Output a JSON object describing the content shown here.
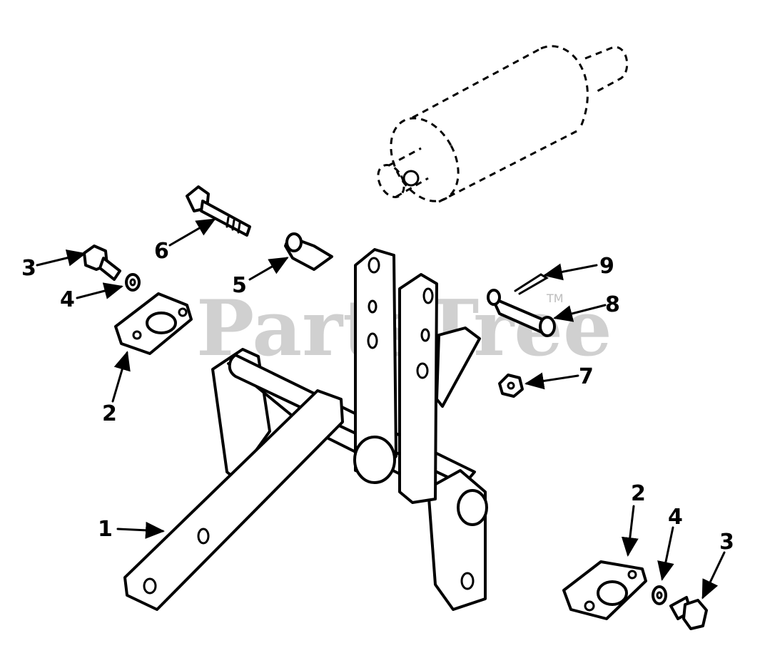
{
  "diagram": {
    "watermark": "PartsTree",
    "trademark": "TM",
    "callouts": [
      {
        "id": "c1",
        "label": "1"
      },
      {
        "id": "c2a",
        "label": "2"
      },
      {
        "id": "c2b",
        "label": "2"
      },
      {
        "id": "c3a",
        "label": "3"
      },
      {
        "id": "c3b",
        "label": "3"
      },
      {
        "id": "c4a",
        "label": "4"
      },
      {
        "id": "c4b",
        "label": "4"
      },
      {
        "id": "c5",
        "label": "5"
      },
      {
        "id": "c6",
        "label": "6"
      },
      {
        "id": "c7",
        "label": "7"
      },
      {
        "id": "c8",
        "label": "8"
      },
      {
        "id": "c9",
        "label": "9"
      }
    ]
  }
}
